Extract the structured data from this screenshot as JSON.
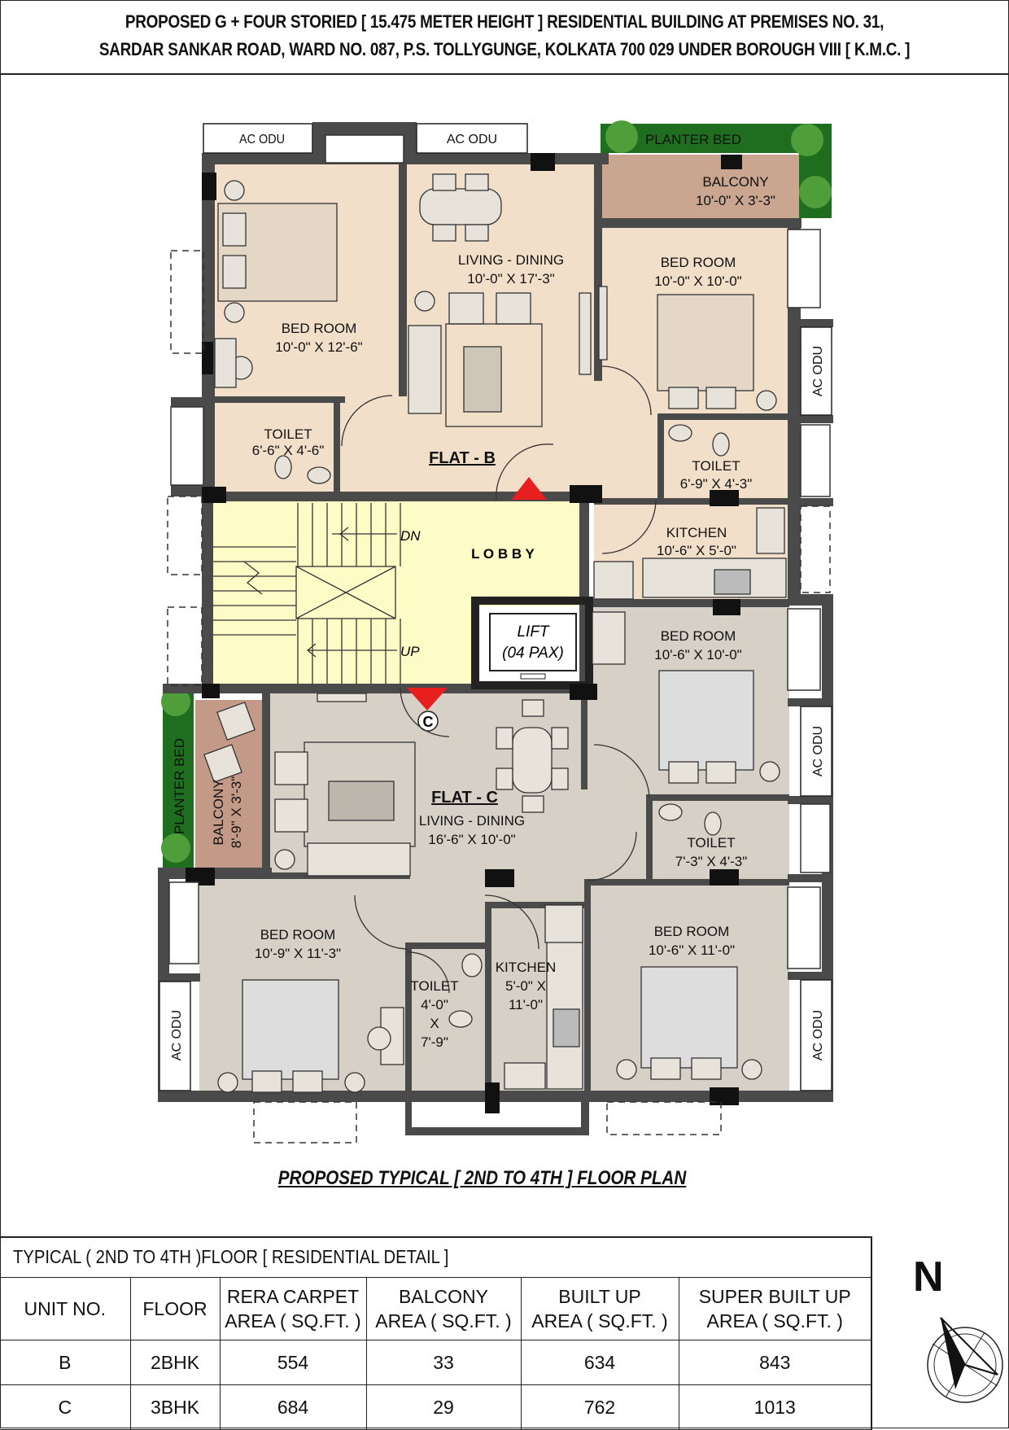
{
  "header": {
    "line1": "PROPOSED G + FOUR STORIED [ 15.475 METER HEIGHT ] RESIDENTIAL BUILDING AT PREMISES NO. 31,",
    "line2": "SARDAR SANKAR ROAD, WARD NO. 087, P.S. TOLLYGUNGE, KOLKATA 700 029 UNDER BOROUGH VIII [ K.M.C. ]"
  },
  "plan": {
    "ac_odu": "AC ODU",
    "planter_bed": "PLANTER BED",
    "flat_b": {
      "label": "FLAT - B",
      "balcony": {
        "name": "BALCONY",
        "size": "10'-0\" X 3'-3\""
      },
      "bed_room_left": {
        "name": "BED ROOM",
        "size": "10'-0\" X 12'-6\""
      },
      "living_dining": {
        "name": "LIVING - DINING",
        "size": "10'-0\" X 17'-3\""
      },
      "bed_room_right": {
        "name": "BED ROOM",
        "size": "10'-0\" X 10'-0\""
      },
      "toilet_left": {
        "name": "TOILET",
        "size": "6'-6\" X 4'-6\""
      },
      "toilet_right": {
        "name": "TOILET",
        "size": "6'-9\" X 4'-3\""
      },
      "kitchen": {
        "name": "KITCHEN",
        "size": "10'-6\" X 5'-0\""
      }
    },
    "lobby": "L O B B Y",
    "stair_dn": "DN",
    "stair_up": "UP",
    "lift": {
      "name": "LIFT",
      "cap": "(04 PAX)"
    },
    "flat_c": {
      "label": "FLAT - C",
      "entry_mark": "C",
      "balcony": {
        "name": "BALCONY",
        "size": "8'-9\" X 3'-3\""
      },
      "living_dining": {
        "name": "LIVING - DINING",
        "size": "16'-6\" X 10'-0\""
      },
      "bed_room_right_top": {
        "name": "BED ROOM",
        "size": "10'-6\" X 10'-0\""
      },
      "toilet_right": {
        "name": "TOILET",
        "size": "7'-3\" X 4'-3\""
      },
      "bed_room_left": {
        "name": "BED ROOM",
        "size": "10'-9\" X 11'-3\""
      },
      "toilet_mid": {
        "name": "TOILET",
        "l1": "4'-0\"",
        "l2": "X",
        "l3": "7'-9\""
      },
      "kitchen": {
        "name": "KITCHEN",
        "l1": "5'-0\" X",
        "l2": "11'-0\""
      },
      "bed_room_right_bottom": {
        "name": "BED ROOM",
        "size": "10'-6\" X 11'-0\""
      }
    },
    "title": "PROPOSED TYPICAL [ 2ND TO 4TH ] FLOOR PLAN"
  },
  "detail": {
    "title": "TYPICAL ( 2ND TO 4TH )FLOOR [ RESIDENTIAL DETAIL ]",
    "columns": [
      [
        "UNIT NO."
      ],
      [
        "FLOOR"
      ],
      [
        "RERA CARPET",
        "AREA ( SQ.FT. )"
      ],
      [
        "BALCONY",
        "AREA ( SQ.FT. )"
      ],
      [
        "BUILT UP",
        "AREA ( SQ.FT. )"
      ],
      [
        "SUPER BUILT UP",
        "AREA ( SQ.FT. )"
      ]
    ],
    "rows": [
      [
        "B",
        "2BHK",
        "554",
        "33",
        "634",
        "843"
      ],
      [
        "C",
        "3BHK",
        "684",
        "29",
        "762",
        "1013"
      ]
    ]
  },
  "north": {
    "label": "N"
  },
  "colors": {
    "flat_b_floor": "#f2dfca",
    "flat_c_floor": "#d6d0c6",
    "lobby": "#fdfcc6",
    "balcony_b": "#caa58f",
    "balcony_c": "#c39a88",
    "wall": "#4a4a4a",
    "planter": "#1f6e1f",
    "entry_triangle": "#e81f1f"
  }
}
